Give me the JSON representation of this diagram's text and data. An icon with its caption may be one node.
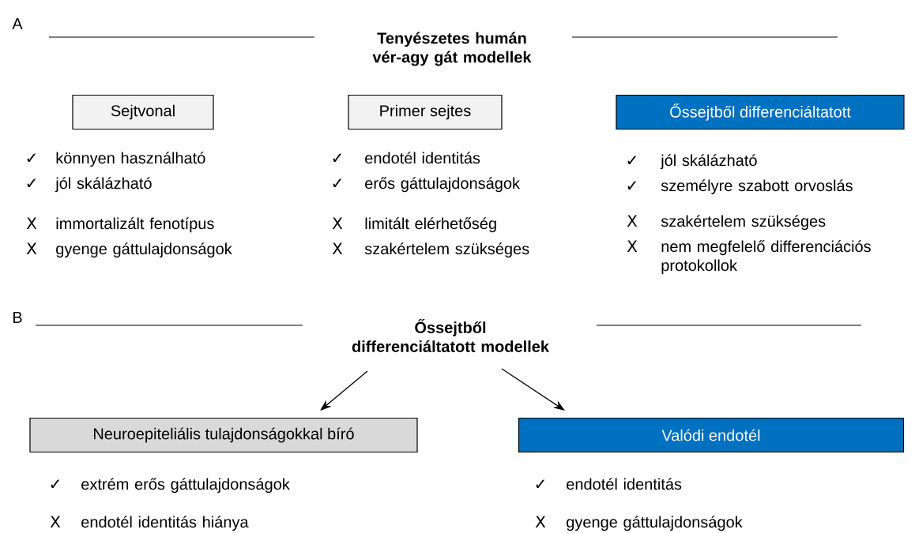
{
  "diagram": {
    "title": "Tenyészetes humán vér-agy gát modellek",
    "nodes": [
      {
        "text": [
          "Őssejtből differenciáltatott modellek"
        ]
      },
      {
        "text": [
          "Sejtvonal"
        ],
        "beside": [
          "✓",
          "könnyen használható",
          "✓",
          "jól skálázható",
          "X",
          "immortalizált fenotípus",
          "X",
          "gyenge gáttulajdonságok"
        ]
      },
      {
        "text": [
          "Primer sejtes"
        ],
        "beside": [
          "✓",
          "endotél identitás",
          "✓",
          "erős gáttulajdonságok",
          "X",
          "limitált elérhetőség",
          "X",
          "szakértelem szükséges"
        ]
      },
      {
        "text": [
          "Őssejtből differenciáltatott"
        ],
        "beside": [
          "✓",
          "jól skálázható",
          "✓",
          "személyre szabott orvoslás",
          "X",
          "szakértelem szükséges",
          "X",
          "nem megfelelő differenciációs protokollok"
        ]
      },
      {
        "text": [
          "Neuroepiteliális tulajdonságokkal bíró"
        ],
        "beside": [
          "✓",
          "extrém erős gáttulajdonságok",
          "X",
          "endotél identitás hiánya"
        ]
      },
      {
        "text": [
          "Valódi endotél"
        ],
        "beside": [
          "✓",
          "endotél identitás",
          "X",
          "gyenge gáttulajdonságok"
        ]
      }
    ],
    "edges": [
      {
        "from": 0,
        "to": 4,
        "arrow": "to"
      },
      {
        "from": 0,
        "to": 5,
        "arrow": "to"
      }
    ],
    "labels": [
      "A",
      "B"
    ]
  }
}
